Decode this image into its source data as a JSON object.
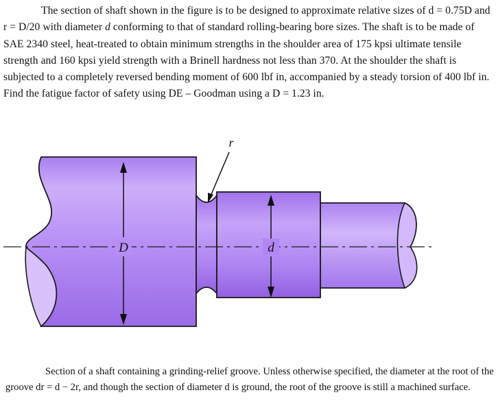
{
  "problem": {
    "part1": "The section of shaft shown in the figure is to be designed to approximate relative sizes of d = 0.75D and r = D/20 with diameter ",
    "var_d": "d",
    "part2": " conforming to that of standard rolling-bearing bore sizes. The shaft is to be made of SAE 2340 steel, heat-treated to obtain minimum strengths in the shoulder area of 175 kpsi ultimate tensile strength and 160 kpsi yield strength with a Brinell hardness not less than 370. At the shoulder the shaft is subjected to a completely reversed bending moment of 600 lbf in, accompanied by a steady torsion of 400 lbf in. Find the fatigue factor of safety using DE – Goodman using a D = 1.23 in."
  },
  "figure": {
    "label_r": "r",
    "label_D": "D",
    "label_d": "d",
    "colors": {
      "fill_main": "#b98cf0",
      "fill_light": "#d7bdf9",
      "fill_dark": "#9863e4",
      "outline": "#1a1a1a"
    }
  },
  "caption": "Section of a shaft containing a grinding-relief groove. Unless otherwise specified, the diameter at the root of the groove dr = d − 2r, and though the section of diameter d is ground, the root of the groove is still a machined surface."
}
